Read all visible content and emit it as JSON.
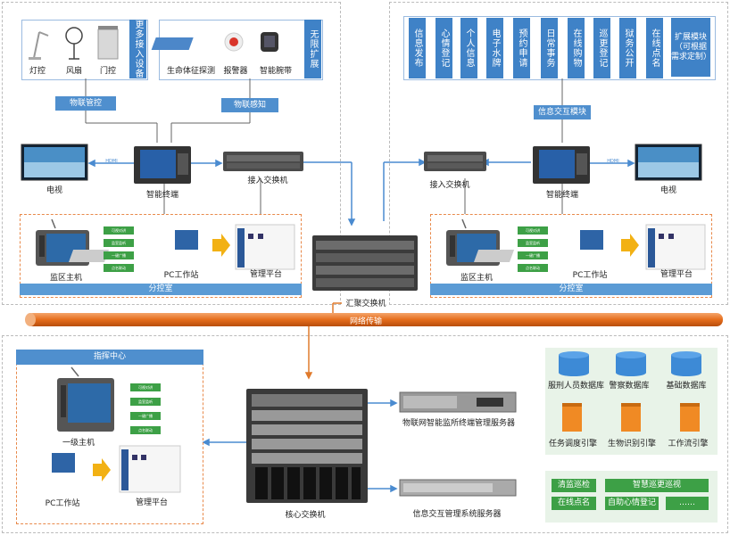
{
  "left_devices": {
    "items": [
      "灯控",
      "风扇",
      "门控"
    ],
    "more": "更多接入设备"
  },
  "left_sensors": {
    "items": [
      "生命体征探测",
      "报警器",
      "智能腕带"
    ],
    "more": "无限扩展"
  },
  "left_tags": {
    "iot_control": "物联管控",
    "iot_sense": "物联感知"
  },
  "right_modules": {
    "items": [
      "信息发布",
      "心情登记",
      "个人信息",
      "电子水牌",
      "预约申请",
      "日常事务",
      "在线购物",
      "巡更登记",
      "狱务公开",
      "在线点名"
    ],
    "extend": "扩展模块（可根据需求定制）"
  },
  "right_tags": {
    "info_module": "信息交互模块"
  },
  "left_row": {
    "tv": "电视",
    "terminal": "智能终端",
    "switch": "接入交换机",
    "hdmi": "HDMI"
  },
  "right_row": {
    "tv": "电视",
    "terminal": "智能终端",
    "switch": "接入交换机",
    "hdmi": "HDMI"
  },
  "left_sub": {
    "host": "监区主机",
    "buttons": [
      "可视对讲",
      "监室监听",
      "一键广播",
      "点名联动"
    ],
    "pc": "PC工作站",
    "platform": "管理平台",
    "room": "分控室"
  },
  "right_sub": {
    "host": "监区主机",
    "buttons": [
      "可视对讲",
      "监室监听",
      "一键广播",
      "点名联动"
    ],
    "pc": "PC工作站",
    "platform": "管理平台",
    "room": "分控室"
  },
  "agg_switch": "汇聚交换机",
  "network": "网络传输",
  "command": {
    "title": "指挥中心",
    "host": "一级主机",
    "buttons": [
      "可视对讲",
      "监室监听",
      "一键广播",
      "点名联动"
    ],
    "pc": "PC工作站",
    "platform": "管理平台"
  },
  "core_switch": "核心交换机",
  "servers": {
    "iot": "物联网智能监所终端管理服务器",
    "info": "信息交互管理系统服务器"
  },
  "databases": [
    "服刑人员数据库",
    "警察数据库",
    "基础数据库"
  ],
  "engines": [
    "任务调度引擎",
    "生物识别引擎",
    "工作流引擎"
  ],
  "features": [
    [
      "清监巡检",
      "智慧巡更巡视"
    ],
    [
      "在线点名",
      "自助心情登记",
      "……"
    ]
  ]
}
